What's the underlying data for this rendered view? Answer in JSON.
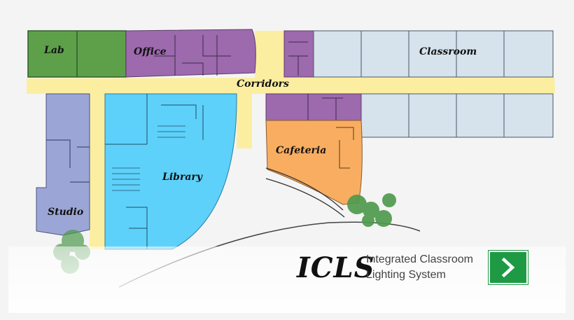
{
  "zones": {
    "lab": "Lab",
    "office": "Office",
    "classroom": "Classroom",
    "corridors": "Corridors",
    "library": "Library",
    "cafeteria": "Cafeteria",
    "studio": "Studio"
  },
  "brand": {
    "logo": "ICLS",
    "subtitle_line1": "Integrated Classroom",
    "subtitle_line2": "Lighting System"
  },
  "next_button": {
    "icon": "chevron-right-icon"
  },
  "colors": {
    "lab": "#5ea04a",
    "office": "#9d6aae",
    "classroom": "#d6e2ec",
    "corridors": "#fbeea0",
    "library": "#5ed1fa",
    "cafeteria": "#f8ad61",
    "studio": "#9ca6d6",
    "tree": "#4f9a4d",
    "button": "#1e9a45"
  }
}
